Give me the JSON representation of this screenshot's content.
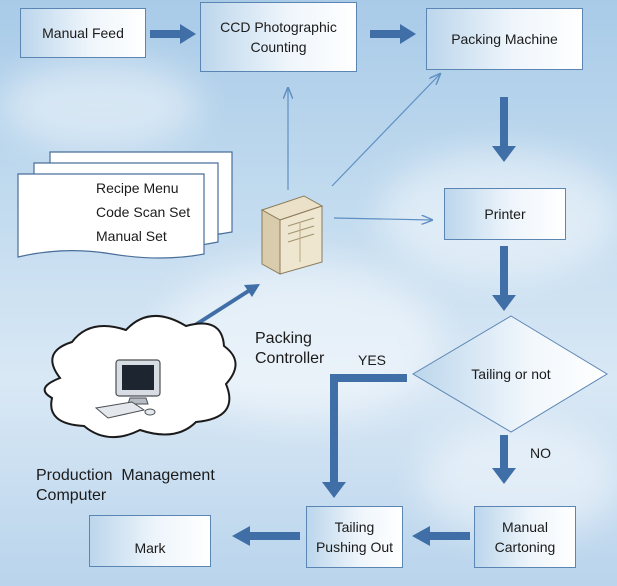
{
  "nodes": {
    "manual_feed": "Manual Feed",
    "ccd_line1": "CCD Photographic",
    "ccd_line2": "Counting",
    "packing_machine": "Packing Machine",
    "printer": "Printer",
    "tailing_or_not": "Tailing or not",
    "manual_cartoning_line1": "Manual",
    "manual_cartoning_line2": "Cartoning",
    "tailing_push_line1": "Tailing",
    "tailing_push_line2": "Pushing Out",
    "mark": "Mark"
  },
  "menu_pages": [
    "Recipe Menu",
    "Code Scan Set",
    "Manual Set"
  ],
  "labels": {
    "packing_controller_line1": "Packing",
    "packing_controller_line2": "Controller",
    "production_line1": "Production  Management",
    "production_line2": "Computer",
    "yes": "YES",
    "no": "NO"
  },
  "colors": {
    "arrow": "#3f6fa6",
    "thin_arrow": "#5f8fc2",
    "box_border": "#5b86b3"
  }
}
